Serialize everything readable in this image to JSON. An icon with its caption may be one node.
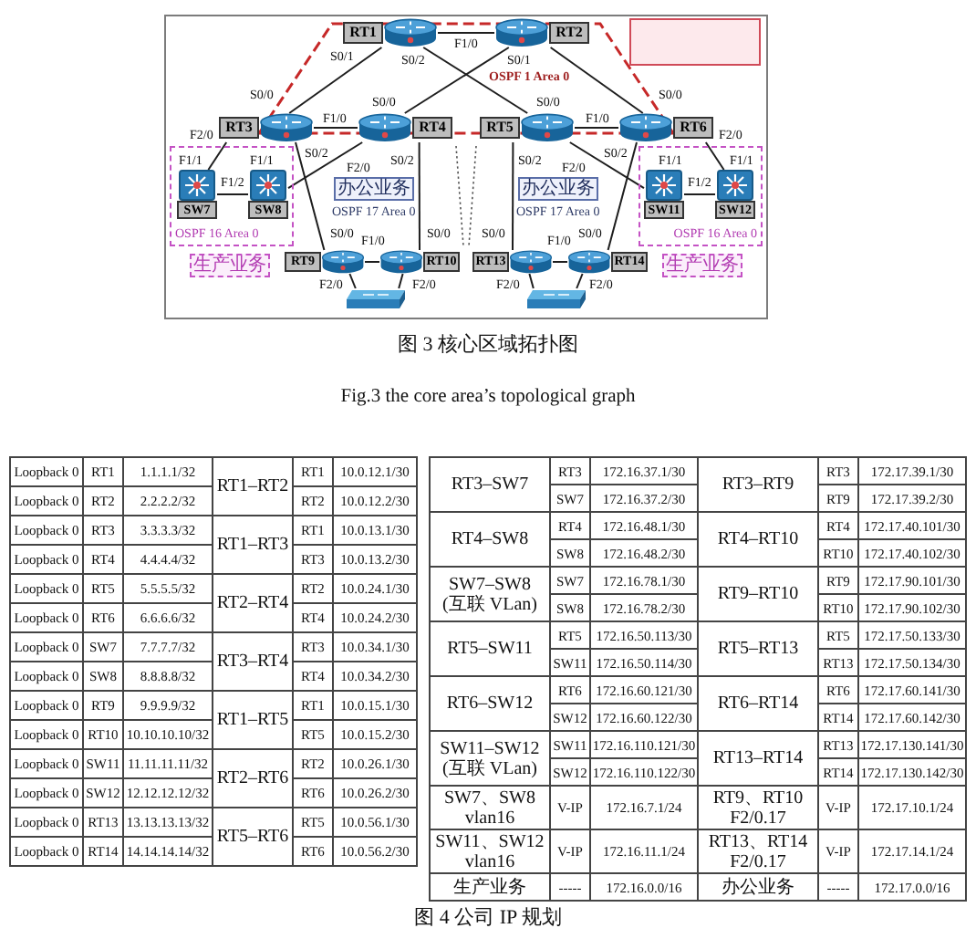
{
  "diagram": {
    "nodes": [
      {
        "text": [
          "RT1"
        ]
      },
      {
        "text": [
          "RT2"
        ]
      },
      {
        "text": [],
        "shape": "box"
      },
      {
        "text": [
          "RT3"
        ]
      },
      {
        "text": [
          "RT4"
        ]
      },
      {
        "text": [
          "RT5"
        ]
      },
      {
        "text": [
          "RT6"
        ]
      },
      {
        "text": [
          "OSPF 16 Area 0"
        ]
      },
      {
        "text": [
          "SW7"
        ],
        "in": 7
      },
      {
        "text": [
          "SW8"
        ],
        "in": 7
      },
      {
        "text": [
          "办公业务"
        ]
      },
      {
        "text": [
          "办公业务"
        ]
      },
      {
        "text": [
          "OSPF 16 Area 0"
        ]
      },
      {
        "text": [
          "SW11"
        ],
        "in": 12
      },
      {
        "text": [
          "SW12"
        ],
        "in": 12
      },
      {
        "text": [
          "生产业务"
        ]
      },
      {
        "text": [
          "RT9"
        ]
      },
      {
        "text": [
          "RT10"
        ]
      },
      {
        "text": [
          "RT13"
        ]
      },
      {
        "text": [
          "RT14"
        ]
      },
      {
        "text": [
          "生产业务"
        ]
      },
      {
        "text": [],
        "shape": "picture"
      },
      {
        "text": [],
        "shape": "picture"
      }
    ],
    "edges": [
      {
        "from": 0,
        "to": 1,
        "arrow": "none"
      },
      {
        "from": 0,
        "to": 3,
        "arrow": "none"
      },
      {
        "from": 0,
        "to": 5,
        "arrow": "none"
      },
      {
        "from": 1,
        "to": 4,
        "arrow": "none"
      },
      {
        "from": 1,
        "to": 6,
        "arrow": "none"
      },
      {
        "from": 3,
        "to": 4,
        "arrow": "none"
      },
      {
        "from": 5,
        "to": 6,
        "arrow": "none"
      },
      {
        "from": 3,
        "to": 8,
        "arrow": "none"
      },
      {
        "from": 4,
        "to": 9,
        "arrow": "none"
      },
      {
        "from": 8,
        "to": 9,
        "arrow": "none"
      },
      {
        "from": 3,
        "to": 16,
        "arrow": "none"
      },
      {
        "from": 4,
        "to": 17,
        "arrow": "none"
      },
      {
        "from": 16,
        "to": 17,
        "arrow": "none"
      },
      {
        "from": 16,
        "to": 21,
        "arrow": "none"
      },
      {
        "from": 17,
        "to": 21,
        "arrow": "none"
      },
      {
        "from": 5,
        "to": 13,
        "arrow": "none"
      },
      {
        "from": 6,
        "to": 14,
        "arrow": "none"
      },
      {
        "from": 13,
        "to": 14,
        "arrow": "none"
      },
      {
        "from": 5,
        "to": 18,
        "arrow": "none"
      },
      {
        "from": 6,
        "to": 19,
        "arrow": "none"
      },
      {
        "from": 18,
        "to": 19,
        "arrow": "none"
      },
      {
        "from": 18,
        "to": 22,
        "arrow": "none"
      },
      {
        "from": 19,
        "to": 22,
        "arrow": "none"
      }
    ],
    "labels": [
      "F1/0",
      "S0/1",
      "S0/2",
      "S0/1",
      "S0/0",
      "F1/0",
      "S0/0",
      "S0/0",
      "F1/0",
      "S0/0",
      "F2/0",
      "S0/2",
      "F2/0",
      "S0/2",
      "S0/2",
      "F2/0",
      "S0/2",
      "F2/0",
      "F1/1",
      "F1/2",
      "F1/1",
      "F1/1",
      "F1/2",
      "F1/1",
      "S0/0",
      "F1/0",
      "S0/0",
      "S0/0",
      "F1/0",
      "S0/0",
      "F2/0",
      "F2/0",
      "F2/0",
      "F2/0",
      "OSPF 1 Area 0",
      "OSPF 17 Area 0",
      "OSPF 17 Area 0",
      "图 3 核心区域拓扑图",
      "Fig.3 the core area’s topological graph",
      "Loopback 0",
      "RT1",
      "1.1.1.1/32",
      "RT1–RT2",
      "RT1",
      "10.0.12.1/30",
      "Loopback 0",
      "RT2",
      "2.2.2.2/32",
      "RT2",
      "10.0.12.2/30",
      "Loopback 0",
      "RT3",
      "3.3.3.3/32",
      "RT1–RT3",
      "RT1",
      "10.0.13.1/30",
      "Loopback 0",
      "RT4",
      "4.4.4.4/32",
      "RT3",
      "10.0.13.2/30",
      "Loopback 0",
      "RT5",
      "5.5.5.5/32",
      "RT2–RT4",
      "RT2",
      "10.0.24.1/30",
      "Loopback 0",
      "RT6",
      "6.6.6.6/32",
      "RT4",
      "10.0.24.2/30",
      "Loopback 0",
      "SW7",
      "7.7.7.7/32",
      "RT3–RT4",
      "RT3",
      "10.0.34.1/30",
      "Loopback 0",
      "SW8",
      "8.8.8.8/32",
      "RT4",
      "10.0.34.2/30",
      "Loopback 0",
      "RT9",
      "9.9.9.9/32",
      "RT1–RT5",
      "RT1",
      "10.0.15.1/30",
      "Loopback 0",
      "RT10",
      "10.10.10.10/32",
      "RT5",
      "10.0.15.2/30",
      "Loopback 0",
      "SW11",
      "11.11.11.11/32",
      "RT2–RT6",
      "RT2",
      "10.0.26.1/30",
      "Loopback 0",
      "SW12",
      "12.12.12.12/32",
      "RT6",
      "10.0.26.2/30",
      "Loopback 0",
      "RT13",
      "13.13.13.13/32",
      "RT5–RT6",
      "RT5",
      "10.0.56.1/30",
      "Loopback 0",
      "RT14",
      "14.14.14.14/32",
      "RT6",
      "10.0.56.2/30",
      "RT3–SW7",
      "RT3",
      "172.16.37.1/30",
      "RT3–RT9",
      "RT3",
      "172.17.39.1/30",
      "SW7",
      "172.16.37.2/30",
      "RT9",
      "172.17.39.2/30",
      "RT4–SW8",
      "RT4",
      "172.16.48.1/30",
      "RT4–RT10",
      "RT4",
      "172.17.40.101/30",
      "SW8",
      "172.16.48.2/30",
      "RT10",
      "172.17.40.102/30",
      "SW7–SW8 (互联 VLan)",
      "SW7",
      "172.16.78.1/30",
      "RT9–RT10",
      "RT9",
      "172.17.90.101/30",
      "SW8",
      "172.16.78.2/30",
      "RT10",
      "172.17.90.102/30",
      "RT5–SW11",
      "RT5",
      "172.16.50.113/30",
      "RT5–RT13",
      "RT5",
      "172.17.50.133/30",
      "SW11",
      "172.16.50.114/30",
      "RT13",
      "172.17.50.134/30",
      "RT6–SW12",
      "RT6",
      "172.16.60.121/30",
      "RT6–RT14",
      "RT6",
      "172.17.60.141/30",
      "SW12",
      "172.16.60.122/30",
      "RT14",
      "172.17.60.142/30",
      "SW11–SW12 (互联 VLan)",
      "SW11",
      "172.16.110.121/30",
      "RT13–RT14",
      "RT13",
      "172.17.130.141/30",
      "SW12",
      "172.16.110.122/30",
      "RT14",
      "172.17.130.142/30",
      "SW7、SW8 vlan16",
      "V-IP",
      "172.16.7.1/24",
      "RT9、RT10 F2/0.17",
      "V-IP",
      "172.17.10.1/24",
      "SW11、SW12 vlan16",
      "V-IP",
      "172.16.11.1/24",
      "RT13、RT14 F2/0.17",
      "V-IP",
      "172.17.14.1/24",
      "生产业务",
      "-----",
      "172.16.0.0/16",
      "办公业务",
      "-----",
      "172.17.0.0/16",
      "图 4 公司 IP 规划"
    ]
  }
}
